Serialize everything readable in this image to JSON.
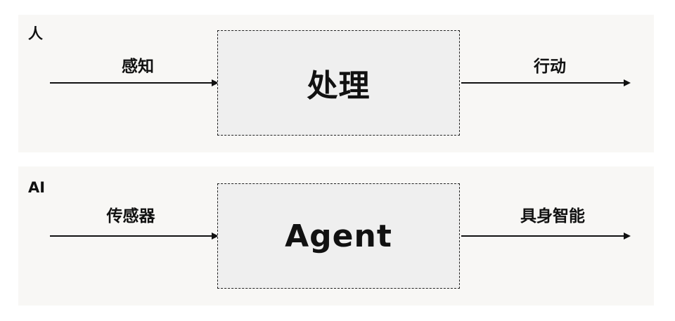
{
  "rows": [
    {
      "label": "人",
      "input_label": "感知",
      "process": "处理",
      "output_label": "行动"
    },
    {
      "label": "AI",
      "input_label": "传感器",
      "process": "Agent",
      "output_label": "具身智能"
    }
  ],
  "colors": {
    "panel_background": "#f8f7f5",
    "box_background": "#efefef",
    "stroke": "#111111"
  }
}
